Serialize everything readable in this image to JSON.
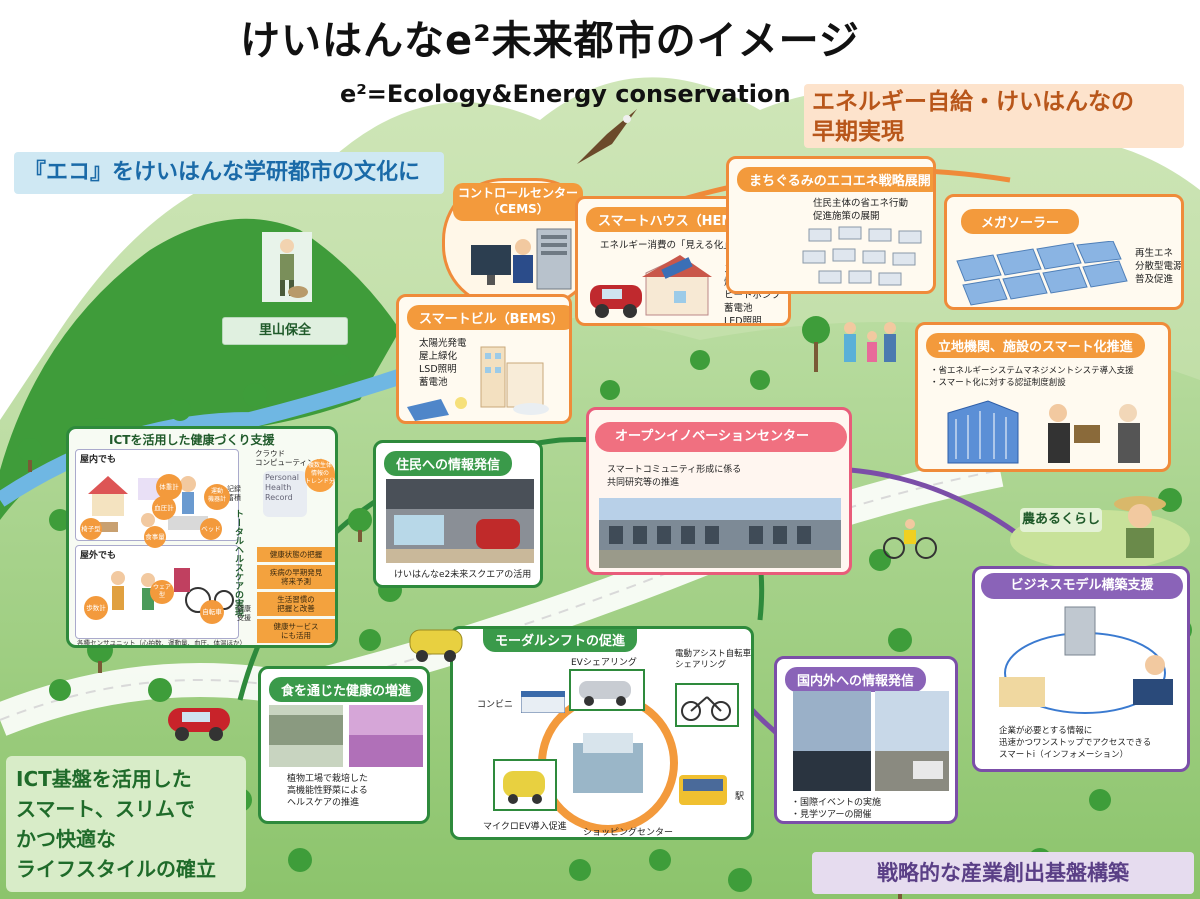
{
  "title": "けいはんなe²未来都市のイメージ",
  "subtitle": "e²=Ecology&Energy conservation",
  "banners": {
    "eco_culture": "『エコ』をけいはんな学研都市の文化に",
    "energy_self": "エネルギー自給・けいはんなの\n早期実現",
    "ict_lifestyle": "ICT基盤を活用した\nスマート、スリムで\nかつ快適な\nライフスタイルの確立",
    "industry": "戦略的な産業創出基盤構築"
  },
  "sections": {
    "cems": {
      "title": "コントロールセンター\n（CEMS）"
    },
    "hems": {
      "title": "スマートハウス（HEMS）",
      "caption": "エネルギー消費の「見える化」「最適化」",
      "items": "スマートメーター\n燃料電池\nヒートポンプ\n蓄電池\nLED照明"
    },
    "town_eco": {
      "title": "まちぐるみのエコエネ戦略展開",
      "items": "住民主体の省エネ行動\n促進施策の展開"
    },
    "mega_solar": {
      "title": "メガソーラー",
      "items": "再生エネ\n分散型電源\n普及促進"
    },
    "bems": {
      "title": "スマートビル（BEMS）",
      "items": "太陽光発電\n屋上緑化\nLSD照明\n蓄電池"
    },
    "facility": {
      "title": "立地機関、施設のスマート化推進",
      "items": "・省エネルギーシステムマネジメントシステ導入支援\n・スマート化に対する認証制度創設"
    },
    "satoyama": {
      "title": "里山保全"
    },
    "ict_health": {
      "title": "ICTを活用した健康づくり支援",
      "indoor": "屋内でも",
      "outdoor": "屋外でも",
      "cloud": "クラウド\nコンピューティング",
      "phr": "Personal\nHealth\nRecord",
      "trend": "複数生体\n情報の\nトレンド分析",
      "vertical": "トータルヘルスケアの実現",
      "side1": "記録\n蓄積",
      "side2": "健康\n支援",
      "steps": [
        "健康状態の把握",
        "疾病の早期発見\n将来予測",
        "生活習慣の\n把握と改善",
        "健康サービス\nにも活用"
      ],
      "footer": "各種センサユニット（心拍数、運動量、血圧、体温ほか）",
      "tags": [
        "体重計",
        "血圧計",
        "運動\n機器計",
        "ベッド",
        "椅子型",
        "食事量",
        "歩数計",
        "ウェア\n型",
        "自転車"
      ]
    },
    "residents": {
      "title": "住民への情報発信",
      "caption": "けいはんなe2未来スクエアの活用"
    },
    "open_innovation": {
      "title": "オープンイノベーションセンター",
      "items": "スマートコミュニティ形成に係る\n共同研究等の推進"
    },
    "agri": {
      "title": "農あるくらし"
    },
    "business": {
      "title": "ビジネスモデル構築支援",
      "items": "企業が必要とする情報に\n迅速かつワンストップでアクセスできる\nスマートi（インフォメーション）"
    },
    "modal_shift": {
      "title": "モーダルシフトの促進",
      "ev_share": "EVシェアリング",
      "bike_share": "電動アシスト自転車\nシェアリング",
      "convenience": "コンビニ",
      "station": "駅",
      "micro_ev": "マイクロEV導入促進",
      "shopping": "ショッピングセンター"
    },
    "food_health": {
      "title": "食を通じた健康の増進",
      "items": "植物工場で栽培した\n高機能性野菜による\nヘルスケアの推進"
    },
    "info_global": {
      "title": "国内外への情報発信",
      "items": "・国際イベントの実施\n・見学ツアーの開催"
    }
  },
  "colors": {
    "orange": "#ef8b3a",
    "green": "#2e8a3c",
    "purple": "#7b4ea8",
    "pink": "#e85c7a",
    "banner_blue": "#cfe8f3",
    "banner_peach": "#fde3cc",
    "banner_green": "#d8ecc8",
    "banner_lavender": "#e6dcef"
  }
}
